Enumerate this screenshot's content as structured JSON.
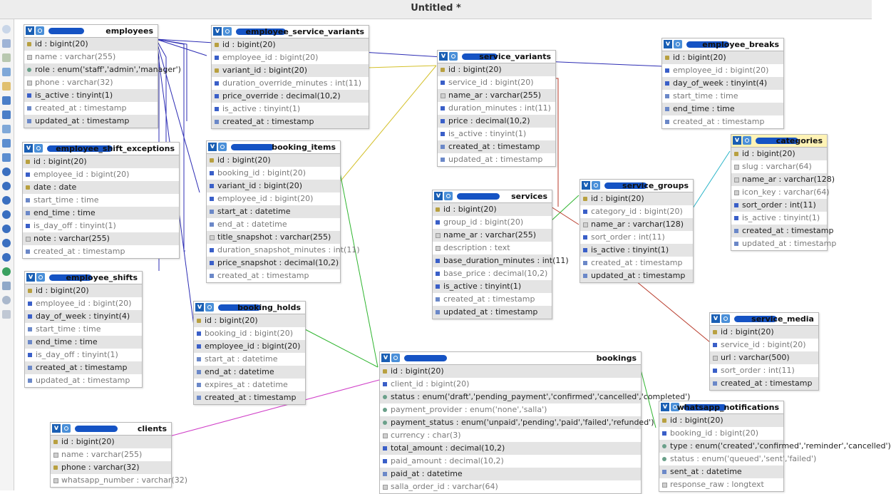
{
  "window": {
    "title": "Untitled *"
  },
  "colors": {
    "blue": "#2d2db4",
    "yellow": "#d4c02a",
    "green": "#2fb52f",
    "red": "#b83a2a",
    "cyan": "#2ab4c8",
    "magenta": "#d040c8"
  },
  "tables": [
    {
      "name": "employees",
      "cols": [
        {
          "t": "id : bigint(20)",
          "k": "key"
        },
        {
          "t": "name : varchar(255)",
          "k": "txt",
          "n": true
        },
        {
          "t": "role : enum('staff','admin','manager')",
          "k": "en"
        },
        {
          "t": "phone : varchar(32)",
          "k": "txt",
          "n": true
        },
        {
          "t": "is_active : tinyint(1)",
          "k": "idx"
        },
        {
          "t": "created_at : timestamp",
          "k": "dt",
          "n": true
        },
        {
          "t": "updated_at : timestamp",
          "k": "dt"
        }
      ]
    },
    {
      "name": "employee_shift_exceptions",
      "cols": [
        {
          "t": "id : bigint(20)",
          "k": "key"
        },
        {
          "t": "employee_id : bigint(20)",
          "k": "idx",
          "n": true
        },
        {
          "t": "date : date",
          "k": "key"
        },
        {
          "t": "start_time : time",
          "k": "dt",
          "n": true
        },
        {
          "t": "end_time : time",
          "k": "dt"
        },
        {
          "t": "is_day_off : tinyint(1)",
          "k": "idx",
          "n": true
        },
        {
          "t": "note : varchar(255)",
          "k": "txt"
        },
        {
          "t": "created_at : timestamp",
          "k": "dt",
          "n": true
        }
      ]
    },
    {
      "name": "employee_shifts",
      "cols": [
        {
          "t": "id : bigint(20)",
          "k": "key"
        },
        {
          "t": "employee_id : bigint(20)",
          "k": "idx",
          "n": true
        },
        {
          "t": "day_of_week : tinyint(4)",
          "k": "idx"
        },
        {
          "t": "start_time : time",
          "k": "dt",
          "n": true
        },
        {
          "t": "end_time : time",
          "k": "dt"
        },
        {
          "t": "is_day_off : tinyint(1)",
          "k": "idx",
          "n": true
        },
        {
          "t": "created_at : timestamp",
          "k": "dt"
        },
        {
          "t": "updated_at : timestamp",
          "k": "dt",
          "n": true
        }
      ]
    },
    {
      "name": "clients",
      "cols": [
        {
          "t": "id : bigint(20)",
          "k": "key"
        },
        {
          "t": "name : varchar(255)",
          "k": "txt",
          "n": true
        },
        {
          "t": "phone : varchar(32)",
          "k": "key"
        },
        {
          "t": "whatsapp_number : varchar(32)",
          "k": "txt",
          "n": true
        }
      ]
    },
    {
      "name": "employee_service_variants",
      "cols": [
        {
          "t": "id : bigint(20)",
          "k": "key"
        },
        {
          "t": "employee_id : bigint(20)",
          "k": "idx",
          "n": true
        },
        {
          "t": "variant_id : bigint(20)",
          "k": "key"
        },
        {
          "t": "duration_override_minutes : int(11)",
          "k": "idx",
          "n": true
        },
        {
          "t": "price_override : decimal(10,2)",
          "k": "idx"
        },
        {
          "t": "is_active : tinyint(1)",
          "k": "idx",
          "n": true
        },
        {
          "t": "created_at : timestamp",
          "k": "dt"
        }
      ]
    },
    {
      "name": "booking_items",
      "cols": [
        {
          "t": "id : bigint(20)",
          "k": "key"
        },
        {
          "t": "booking_id : bigint(20)",
          "k": "idx",
          "n": true
        },
        {
          "t": "variant_id : bigint(20)",
          "k": "idx"
        },
        {
          "t": "employee_id : bigint(20)",
          "k": "idx",
          "n": true
        },
        {
          "t": "start_at : datetime",
          "k": "dt"
        },
        {
          "t": "end_at : datetime",
          "k": "dt",
          "n": true
        },
        {
          "t": "title_snapshot : varchar(255)",
          "k": "txt"
        },
        {
          "t": "duration_snapshot_minutes : int(11)",
          "k": "idx",
          "n": true
        },
        {
          "t": "price_snapshot : decimal(10,2)",
          "k": "idx"
        },
        {
          "t": "created_at : timestamp",
          "k": "dt",
          "n": true
        }
      ]
    },
    {
      "name": "booking_holds",
      "cols": [
        {
          "t": "id : bigint(20)",
          "k": "key"
        },
        {
          "t": "booking_id : bigint(20)",
          "k": "idx",
          "n": true
        },
        {
          "t": "employee_id : bigint(20)",
          "k": "idx"
        },
        {
          "t": "start_at : datetime",
          "k": "dt",
          "n": true
        },
        {
          "t": "end_at : datetime",
          "k": "dt"
        },
        {
          "t": "expires_at : datetime",
          "k": "dt",
          "n": true
        },
        {
          "t": "created_at : timestamp",
          "k": "dt"
        }
      ]
    },
    {
      "name": "service_variants",
      "cols": [
        {
          "t": "id : bigint(20)",
          "k": "key"
        },
        {
          "t": "service_id : bigint(20)",
          "k": "idx",
          "n": true
        },
        {
          "t": "name_ar : varchar(255)",
          "k": "txt"
        },
        {
          "t": "duration_minutes : int(11)",
          "k": "idx",
          "n": true
        },
        {
          "t": "price : decimal(10,2)",
          "k": "idx"
        },
        {
          "t": "is_active : tinyint(1)",
          "k": "idx",
          "n": true
        },
        {
          "t": "created_at : timestamp",
          "k": "dt"
        },
        {
          "t": "updated_at : timestamp",
          "k": "dt",
          "n": true
        }
      ]
    },
    {
      "name": "services",
      "cols": [
        {
          "t": "id : bigint(20)",
          "k": "key"
        },
        {
          "t": "group_id : bigint(20)",
          "k": "idx",
          "n": true
        },
        {
          "t": "name_ar : varchar(255)",
          "k": "txt"
        },
        {
          "t": "description : text",
          "k": "txt",
          "n": true
        },
        {
          "t": "base_duration_minutes : int(11)",
          "k": "idx"
        },
        {
          "t": "base_price : decimal(10,2)",
          "k": "idx",
          "n": true
        },
        {
          "t": "is_active : tinyint(1)",
          "k": "idx"
        },
        {
          "t": "created_at : timestamp",
          "k": "dt",
          "n": true
        },
        {
          "t": "updated_at : timestamp",
          "k": "dt"
        }
      ]
    },
    {
      "name": "bookings",
      "cols": [
        {
          "t": "id : bigint(20)",
          "k": "key"
        },
        {
          "t": "client_id : bigint(20)",
          "k": "idx",
          "n": true
        },
        {
          "t": "status : enum('draft','pending_payment','confirmed','cancelled','completed')",
          "k": "en"
        },
        {
          "t": "payment_provider : enum('none','salla')",
          "k": "en",
          "n": true
        },
        {
          "t": "payment_status : enum('unpaid','pending','paid','failed','refunded')",
          "k": "en"
        },
        {
          "t": "currency : char(3)",
          "k": "txt",
          "n": true
        },
        {
          "t": "total_amount : decimal(10,2)",
          "k": "idx"
        },
        {
          "t": "paid_amount : decimal(10,2)",
          "k": "idx",
          "n": true
        },
        {
          "t": "paid_at : datetime",
          "k": "dt"
        },
        {
          "t": "salla_order_id : varchar(64)",
          "k": "txt",
          "n": true
        }
      ]
    },
    {
      "name": "employee_breaks",
      "cols": [
        {
          "t": "id : bigint(20)",
          "k": "key"
        },
        {
          "t": "employee_id : bigint(20)",
          "k": "idx",
          "n": true
        },
        {
          "t": "day_of_week : tinyint(4)",
          "k": "idx"
        },
        {
          "t": "start_time : time",
          "k": "dt",
          "n": true
        },
        {
          "t": "end_time : time",
          "k": "dt"
        },
        {
          "t": "created_at : timestamp",
          "k": "dt",
          "n": true
        }
      ]
    },
    {
      "name": "categories",
      "hl": true,
      "cols": [
        {
          "t": "id : bigint(20)",
          "k": "key"
        },
        {
          "t": "slug : varchar(64)",
          "k": "txt",
          "n": true
        },
        {
          "t": "name_ar : varchar(128)",
          "k": "txt"
        },
        {
          "t": "icon_key : varchar(64)",
          "k": "txt",
          "n": true
        },
        {
          "t": "sort_order : int(11)",
          "k": "idx"
        },
        {
          "t": "is_active : tinyint(1)",
          "k": "idx",
          "n": true
        },
        {
          "t": "created_at : timestamp",
          "k": "dt"
        },
        {
          "t": "updated_at : timestamp",
          "k": "dt",
          "n": true
        }
      ]
    },
    {
      "name": "service_groups",
      "cols": [
        {
          "t": "id : bigint(20)",
          "k": "key"
        },
        {
          "t": "category_id : bigint(20)",
          "k": "idx",
          "n": true
        },
        {
          "t": "name_ar : varchar(128)",
          "k": "txt"
        },
        {
          "t": "sort_order : int(11)",
          "k": "idx",
          "n": true
        },
        {
          "t": "is_active : tinyint(1)",
          "k": "idx"
        },
        {
          "t": "created_at : timestamp",
          "k": "dt",
          "n": true
        },
        {
          "t": "updated_at : timestamp",
          "k": "dt"
        }
      ]
    },
    {
      "name": "service_media",
      "cols": [
        {
          "t": "id : bigint(20)",
          "k": "key"
        },
        {
          "t": "service_id : bigint(20)",
          "k": "idx",
          "n": true
        },
        {
          "t": "url : varchar(500)",
          "k": "txt"
        },
        {
          "t": "sort_order : int(11)",
          "k": "idx",
          "n": true
        },
        {
          "t": "created_at : timestamp",
          "k": "dt"
        }
      ]
    },
    {
      "name": "whatsapp_notifications",
      "cols": [
        {
          "t": "id : bigint(20)",
          "k": "key"
        },
        {
          "t": "booking_id : bigint(20)",
          "k": "idx",
          "n": true
        },
        {
          "t": "type : enum('created','confirmed','reminder','cancelled')",
          "k": "en"
        },
        {
          "t": "status : enum('queued','sent','failed')",
          "k": "en",
          "n": true
        },
        {
          "t": "sent_at : datetime",
          "k": "dt"
        },
        {
          "t": "response_raw : longtext",
          "k": "txt",
          "n": true
        }
      ]
    }
  ]
}
